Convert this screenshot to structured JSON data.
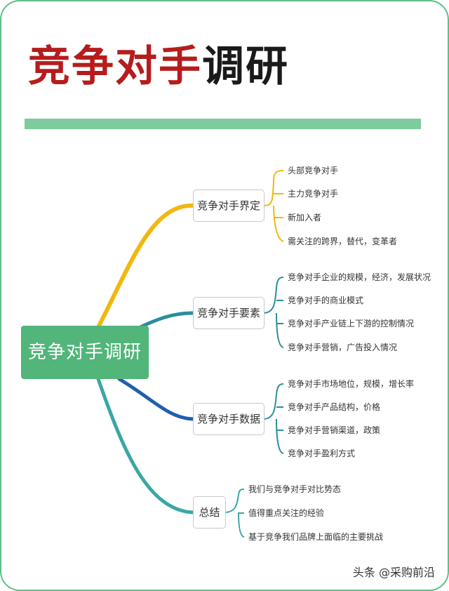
{
  "title": {
    "part1": "竞争对手",
    "part2": "调研"
  },
  "mindmap": {
    "root": "竞争对手调研",
    "branches": [
      {
        "label": "竞争对手界定",
        "color": "#f2b70f",
        "items": [
          "头部竞争对手",
          "主力竞争对手",
          "新加入者",
          "需关注的跨界，替代，变革者"
        ]
      },
      {
        "label": "竞争对手要素",
        "color": "#2a8f9a",
        "items": [
          "竞争对手企业的规模，经济，发展状况",
          "竞争对手的商业模式",
          "竞争对手产业链上下游的控制情况",
          "竞争对手营销，广告投入情况"
        ]
      },
      {
        "label": "竞争对手数据",
        "color": "#1f5fae",
        "items": [
          "竞争对手市场地位，规模，增长率",
          "竞争对手产品结构，价格",
          "竞争对手营销渠道，政策",
          "竞争对手盈利方式"
        ]
      },
      {
        "label": "总结",
        "color": "#3aa7a6",
        "items": [
          "我们与竞争对手对比势态",
          "值得重点关注的经验",
          "基于竞争我们品牌上面临的主要挑战"
        ]
      }
    ]
  },
  "watermark": "头条 @采购前沿"
}
